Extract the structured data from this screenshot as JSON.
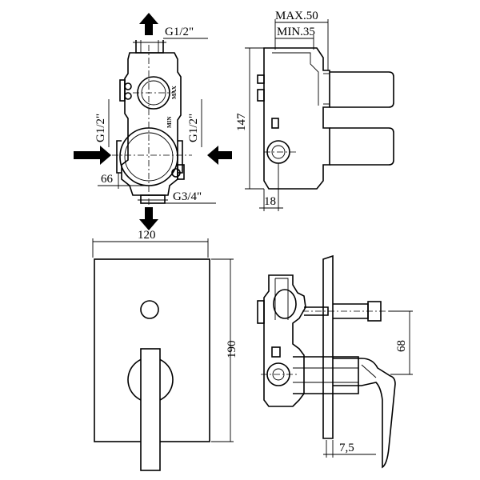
{
  "dimensions": {
    "inlet_top": "G1/2\"",
    "inlet_left": "G1/2\"",
    "inlet_right": "G1/2\"",
    "outlet_bottom": "G3/4\"",
    "offset_66": "66",
    "max_depth": "MAX.50",
    "min_depth": "MIN.35",
    "body_height": "147",
    "body_offset": "18",
    "plate_width": "120",
    "plate_height": "190",
    "handle_offset": "68",
    "plate_thickness": "7,5"
  },
  "body_marks": {
    "max_mark": "MAX",
    "min_mark": "MIN"
  }
}
